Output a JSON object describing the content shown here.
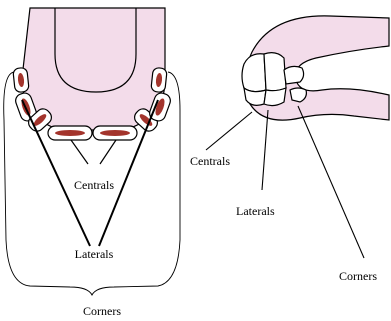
{
  "labels": {
    "left_centrals": "Centrals",
    "left_laterals": "Laterals",
    "left_corners": "Corners",
    "right_centrals": "Centrals",
    "right_laterals": "Laterals",
    "right_corners": "Corners"
  },
  "colors": {
    "gum": "#f3dcea",
    "tooth_mark": "#a3342c",
    "outline": "#000000"
  }
}
